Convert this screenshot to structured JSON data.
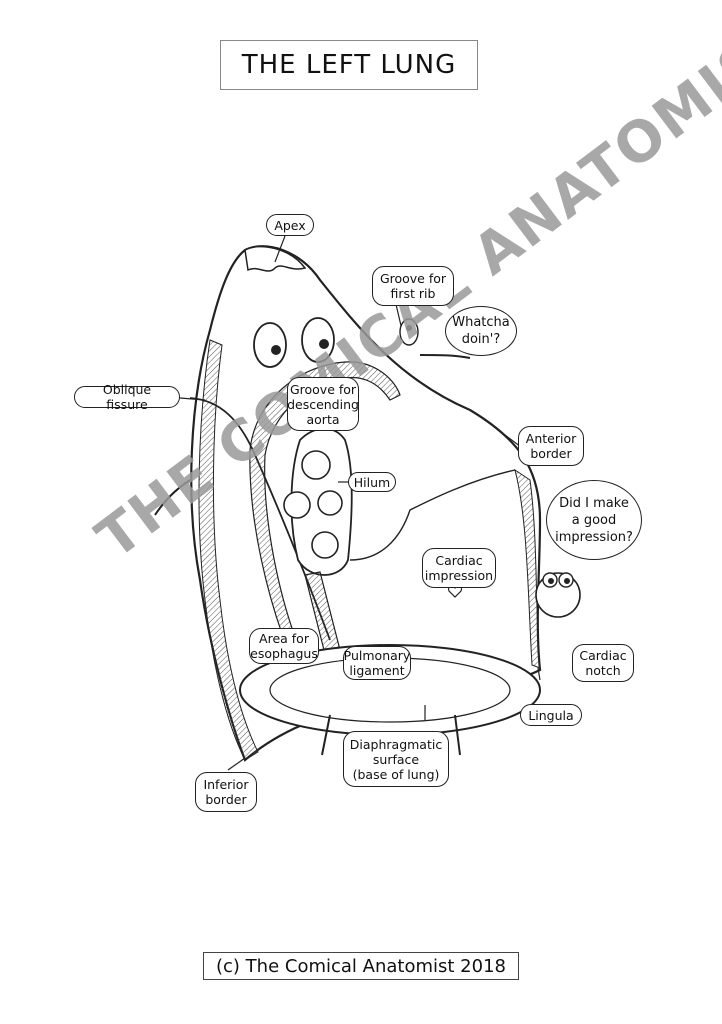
{
  "title": "THE LEFT LUNG",
  "footer": "(c) The Comical Anatomist 2018",
  "watermark": "THE COMICAL ANATOMIST",
  "labels": {
    "apex": "Apex",
    "groove_first_rib": "Groove for\nfirst rib",
    "oblique_fissure": "Oblique fissure",
    "groove_desc_aorta": "Groove for\ndescending\naorta",
    "anterior_border": "Anterior\nborder",
    "hilum": "Hilum",
    "cardiac_impression": "Cardiac\nimpression",
    "area_esophagus": "Area for\nesophagus",
    "pulmonary_ligament": "Pulmonary\nligament",
    "cardiac_notch": "Cardiac\nnotch",
    "lingula": "Lingula",
    "diaphragmatic_surface": "Diaphragmatic\nsurface\n(base of lung)",
    "inferior_border": "Inferior\nborder"
  },
  "speech": {
    "whatcha": "Whatcha\ndoin'?",
    "impression": "Did I make\na good\nimpression?"
  },
  "colors": {
    "ink": "#222222",
    "watermark": "#9a9a9a",
    "lung_fill": "#ffffff",
    "hatch": "#555555"
  }
}
